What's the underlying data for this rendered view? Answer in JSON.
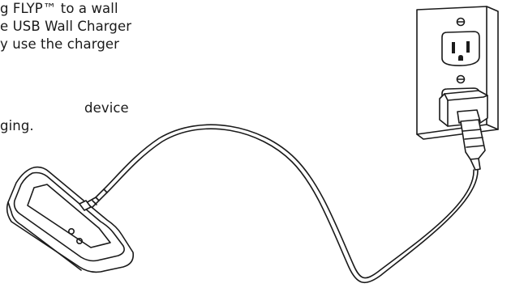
{
  "instructions": {
    "lines": [
      "g FLYP™ to a wall",
      "e USB Wall Charger",
      "y use the charger",
      "device",
      "ging."
    ]
  },
  "colors": {
    "ink": "#1a1a1a",
    "background": "#ffffff"
  },
  "icons": [
    "wall-outlet-icon",
    "wall-charger-adapter-icon",
    "flyp-device-icon",
    "usb-cable-icon"
  ]
}
